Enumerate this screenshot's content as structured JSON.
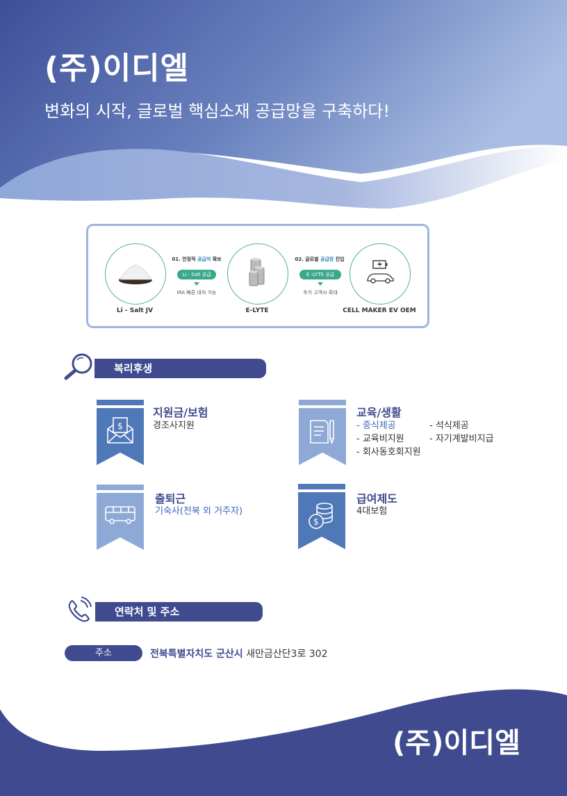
{
  "hero": {
    "company_name": "(주)이디엘",
    "slogan": "변화의 시작, 글로벌 핵심소재 공급망을 구축하다!"
  },
  "flow": {
    "nodes": [
      {
        "label": "Li - Salt JV",
        "icon": "salt-pile-icon"
      },
      {
        "label": "E-LYTE",
        "icon": "metal-cans-icon"
      },
      {
        "label": "CELL MAKER EV OEM",
        "icon": "ev-battery-car-icon"
      }
    ],
    "steps": [
      {
        "prefix": "01. 안정적 ",
        "highlight": "공급처",
        "suffix": " 확보",
        "pill": "Li - Salt 공급",
        "note": "IRA 빠른 대처 가능"
      },
      {
        "prefix": "02. 글로벌 ",
        "highlight": "공급망",
        "suffix": " 진입",
        "pill": "E -LYTE 공급",
        "note": "추가 고객사 확대"
      }
    ]
  },
  "welfare": {
    "heading": "복리후생",
    "heading_icon": "magnifier-icon",
    "categories": [
      {
        "title": "지원금/보험",
        "icon": "money-envelope-icon",
        "items": [
          "경조사지원"
        ]
      },
      {
        "title": "교육/생활",
        "icon": "document-pencil-icon",
        "items": [
          "- 중식제공",
          "- 석식제공",
          "- 교육비지원",
          "- 자기계발비지급",
          "- 회사동호회지원"
        ]
      },
      {
        "title": "출퇴근",
        "icon": "bus-icon",
        "items": [
          "기숙사(전북 외 거주자)"
        ]
      },
      {
        "title": "급여제도",
        "icon": "coins-icon",
        "items": [
          "4대보험"
        ]
      }
    ]
  },
  "contact": {
    "heading": "연락처 및 주소",
    "heading_icon": "phone-icon",
    "address_label": "주소",
    "address_bold": "전북특별자치도 군산시",
    "address_rest": " 새만금산단3로 302"
  },
  "footer": {
    "company_name": "(주)이디엘"
  },
  "colors": {
    "navy": "#3f4b8e",
    "hero_blue": "#5a72b3",
    "light_blue": "#9db3dd",
    "green": "#3aa98a",
    "ribbon_dark": "#4f78b8",
    "ribbon_light": "#8fa9d6"
  }
}
